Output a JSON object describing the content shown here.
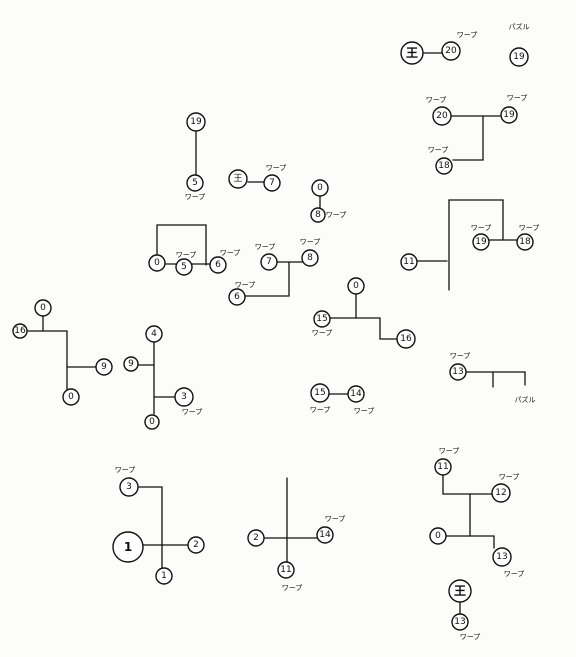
{
  "diagram": {
    "nodes": [
      {
        "id": "a-king",
        "label": "王",
        "big": true
      },
      {
        "id": "a-20",
        "label": "20",
        "note": "ワープ"
      },
      {
        "id": "a-19",
        "label": "19",
        "note": "パズル"
      },
      {
        "id": "b-20",
        "label": "20",
        "note": "ワープ"
      },
      {
        "id": "b-19",
        "label": "19",
        "note": "ワープ"
      },
      {
        "id": "b-18",
        "label": "18",
        "note": "ワープ"
      },
      {
        "id": "c-top",
        "label": "19"
      },
      {
        "id": "c-5",
        "label": "5",
        "note": "ワープ"
      },
      {
        "id": "c-king",
        "label": "王"
      },
      {
        "id": "c-7",
        "label": "7",
        "note": "ワープ"
      },
      {
        "id": "c-0",
        "label": "0"
      },
      {
        "id": "c-8",
        "label": "8",
        "note": "ワープ"
      },
      {
        "id": "d-0",
        "label": "0"
      },
      {
        "id": "d-5",
        "label": "5",
        "note": "ワープ"
      },
      {
        "id": "d-6",
        "label": "6",
        "note": "ワープ"
      },
      {
        "id": "d-7",
        "label": "7",
        "note": "ワープ"
      },
      {
        "id": "d-8",
        "label": "8",
        "note": "ワープ"
      },
      {
        "id": "d-6b",
        "label": "6",
        "note": "ワープ"
      },
      {
        "id": "e-11",
        "label": "11"
      },
      {
        "id": "e-19",
        "label": "19",
        "note": "ワープ"
      },
      {
        "id": "e-18",
        "label": "18",
        "note": "ワープ"
      },
      {
        "id": "f-0",
        "label": "0"
      },
      {
        "id": "f-15",
        "label": "15",
        "note": "ワープ"
      },
      {
        "id": "f-16",
        "label": "16"
      },
      {
        "id": "g-16",
        "label": "16"
      },
      {
        "id": "g-0t",
        "label": "0"
      },
      {
        "id": "g-9",
        "label": "9"
      },
      {
        "id": "g-0b",
        "label": "0"
      },
      {
        "id": "h-4",
        "label": "4"
      },
      {
        "id": "h-9",
        "label": "9"
      },
      {
        "id": "h-3",
        "label": "3",
        "note": "ワープ"
      },
      {
        "id": "h-0",
        "label": "0"
      },
      {
        "id": "i-15",
        "label": "15",
        "note": "ワープ"
      },
      {
        "id": "i-14",
        "label": "14",
        "note": "ワープ"
      },
      {
        "id": "j-13",
        "label": "13",
        "note": "ワープ"
      },
      {
        "id": "j-x",
        "note": "パズル"
      },
      {
        "id": "k-3",
        "label": "3",
        "note": "ワープ"
      },
      {
        "id": "k-1",
        "label": "1",
        "big": true
      },
      {
        "id": "k-2",
        "label": "2"
      },
      {
        "id": "k-1b",
        "label": "1"
      },
      {
        "id": "l-2",
        "label": "2"
      },
      {
        "id": "l-14",
        "label": "14",
        "note": "ワープ"
      },
      {
        "id": "l-11",
        "label": "11",
        "note": "ワープ"
      },
      {
        "id": "m-11",
        "label": "11",
        "note": "ワープ"
      },
      {
        "id": "m-12",
        "label": "12",
        "note": "ワープ"
      },
      {
        "id": "m-0",
        "label": "0"
      },
      {
        "id": "m-13",
        "label": "13",
        "note": "ワープ"
      },
      {
        "id": "n-king",
        "label": "王",
        "big": true
      },
      {
        "id": "n-13",
        "label": "13",
        "note": "ワープ"
      }
    ]
  }
}
